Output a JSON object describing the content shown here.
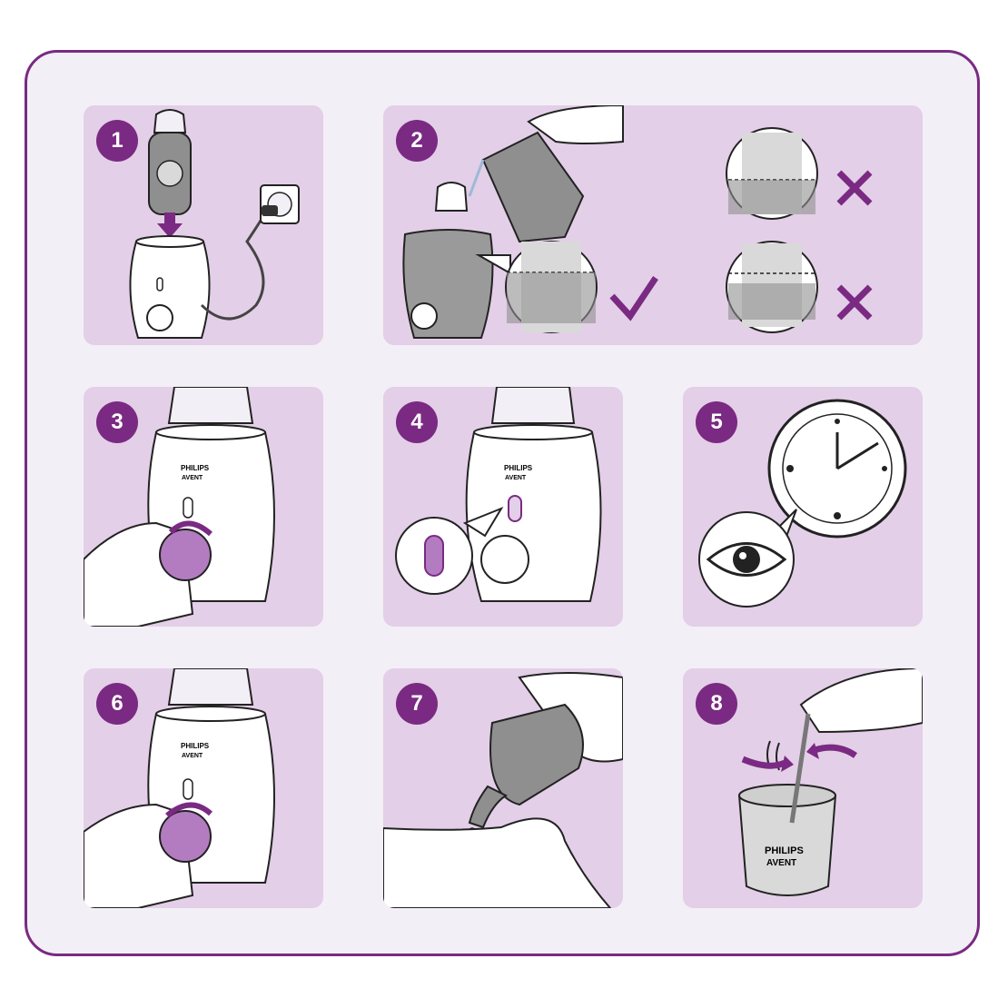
{
  "colors": {
    "accent": "#7a2a82",
    "panel": "#e3cfe7",
    "background": "#f3eff6",
    "knob": "#b37cc0"
  },
  "brand": {
    "line1": "PHILIPS",
    "line2": "AVENT"
  },
  "steps": [
    {
      "number": "1",
      "icons": [
        "bottle-icon",
        "down-arrow-icon",
        "bottle-warmer-icon",
        "wall-socket-icon"
      ]
    },
    {
      "number": "2",
      "icons": [
        "measuring-jug-icon",
        "water-level-magnifier-icon",
        "check-icon",
        "cross-icon",
        "cross-icon"
      ]
    },
    {
      "number": "3",
      "icons": [
        "hand-icon",
        "knob-icon",
        "rotate-arrow-icon"
      ]
    },
    {
      "number": "4",
      "icons": [
        "indicator-light-icon",
        "magnifier-icon"
      ]
    },
    {
      "number": "5",
      "icons": [
        "clock-icon",
        "eye-icon"
      ]
    },
    {
      "number": "6",
      "icons": [
        "hand-icon",
        "knob-icon",
        "rotate-arrow-icon"
      ]
    },
    {
      "number": "7",
      "icons": [
        "bottle-icon",
        "wrist-icon",
        "drop-icon"
      ]
    },
    {
      "number": "8",
      "icons": [
        "food-jar-icon",
        "spoon-icon",
        "stir-arrows-icon",
        "steam-icon"
      ]
    }
  ]
}
